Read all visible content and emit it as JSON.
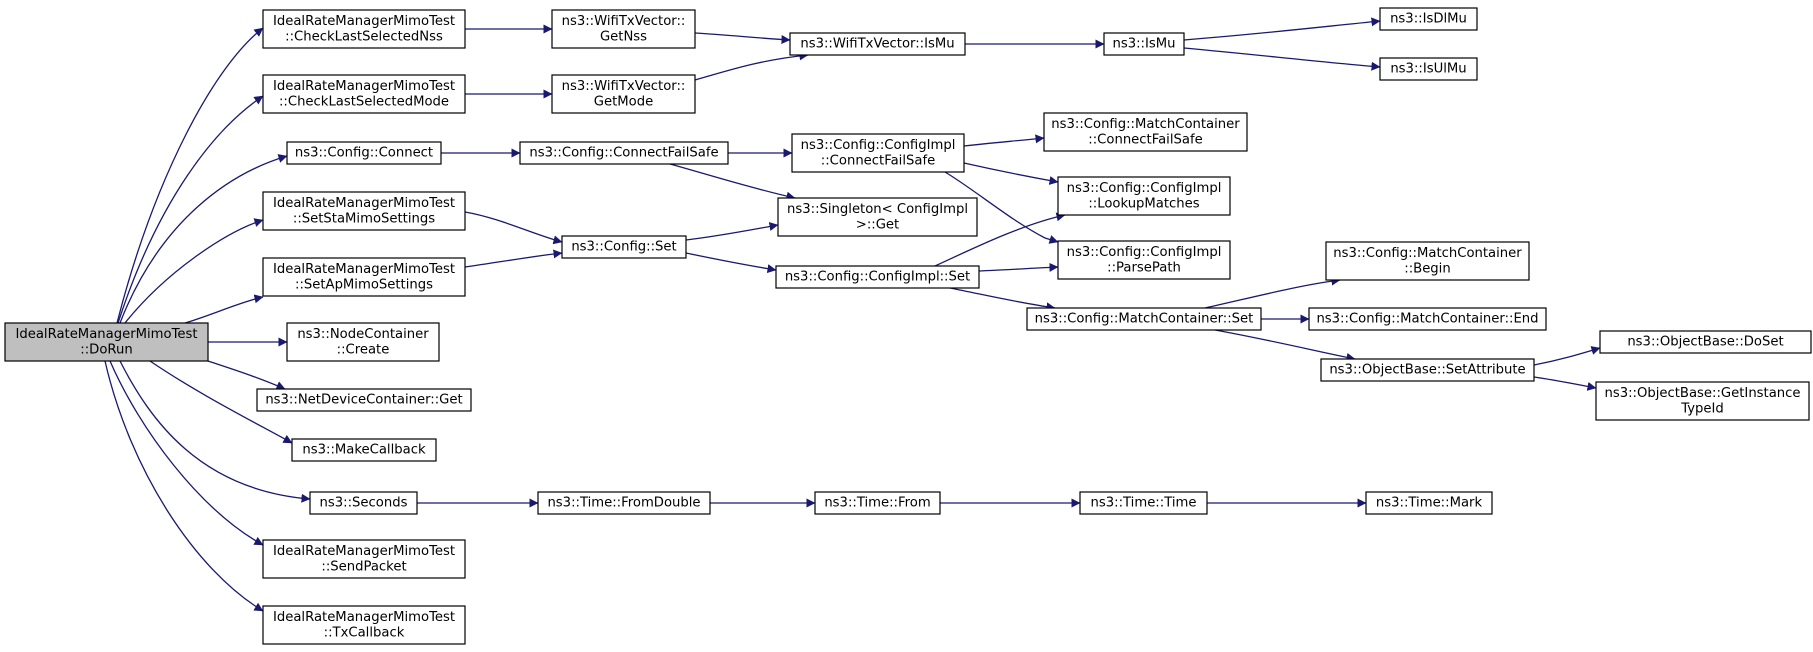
{
  "graph": {
    "colors": {
      "edge": "#191970",
      "root_fill": "#bfbfbf",
      "node_fill": "#ffffff",
      "node_border": "#000000"
    },
    "nodes": {
      "dorun": [
        "IdealRateManagerMimoTest",
        "::DoRun"
      ],
      "checkNss": [
        "IdealRateManagerMimoTest",
        "::CheckLastSelectedNss"
      ],
      "checkMode": [
        "IdealRateManagerMimoTest",
        "::CheckLastSelectedMode"
      ],
      "connect": [
        "ns3::Config::Connect"
      ],
      "setSta": [
        "IdealRateManagerMimoTest",
        "::SetStaMimoSettings"
      ],
      "setAp": [
        "IdealRateManagerMimoTest",
        "::SetApMimoSettings"
      ],
      "nodeCreate": [
        "ns3::NodeContainer",
        "::Create"
      ],
      "netGet": [
        "ns3::NetDeviceContainer::Get"
      ],
      "makeCb": [
        "ns3::MakeCallback"
      ],
      "seconds": [
        "ns3::Seconds"
      ],
      "sendPacket": [
        "IdealRateManagerMimoTest",
        "::SendPacket"
      ],
      "txCb": [
        "IdealRateManagerMimoTest",
        "::TxCallback"
      ],
      "getNss": [
        "ns3::WifiTxVector::",
        "GetNss"
      ],
      "getMode": [
        "ns3::WifiTxVector::",
        "GetMode"
      ],
      "cfs": [
        "ns3::Config::ConnectFailSafe"
      ],
      "cset": [
        "ns3::Config::Set"
      ],
      "fromDouble": [
        "ns3::Time::FromDouble"
      ],
      "txIsMu": [
        "ns3::WifiTxVector::IsMu"
      ],
      "implCfs": [
        "ns3::Config::ConfigImpl",
        "::ConnectFailSafe"
      ],
      "singleton": [
        "ns3::Singleton< ConfigImpl",
        ">::Get"
      ],
      "implSet": [
        "ns3::Config::ConfigImpl::Set"
      ],
      "timeFrom": [
        "ns3::Time::From"
      ],
      "mcCfs": [
        "ns3::Config::MatchContainer",
        "::ConnectFailSafe"
      ],
      "lookup": [
        "ns3::Config::ConfigImpl",
        "::LookupMatches"
      ],
      "parsePath": [
        "ns3::Config::ConfigImpl",
        "::ParsePath"
      ],
      "mcSet": [
        "ns3::Config::MatchContainer::Set"
      ],
      "isMu": [
        "ns3::IsMu"
      ],
      "timeTime": [
        "ns3::Time::Time"
      ],
      "mcBegin": [
        "ns3::Config::MatchContainer",
        "::Begin"
      ],
      "mcEnd": [
        "ns3::Config::MatchContainer::End"
      ],
      "setAttr": [
        "ns3::ObjectBase::SetAttribute"
      ],
      "isDlMu": [
        "ns3::IsDlMu"
      ],
      "isUlMu": [
        "ns3::IsUlMu"
      ],
      "timeMark": [
        "ns3::Time::Mark"
      ],
      "doSet": [
        "ns3::ObjectBase::DoSet"
      ],
      "getTid": [
        "ns3::ObjectBase::GetInstance",
        "TypeId"
      ]
    }
  }
}
